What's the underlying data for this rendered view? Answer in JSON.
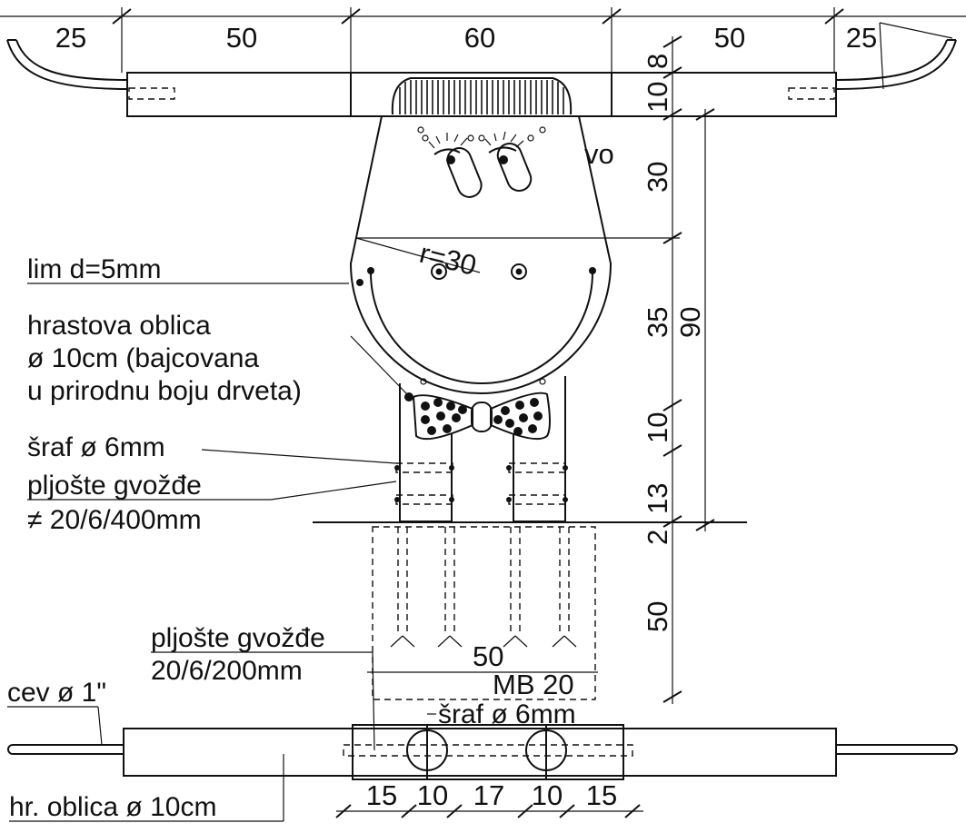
{
  "top_dims": [
    "25",
    "50",
    "60",
    "50",
    "25"
  ],
  "right_dims": [
    "8",
    "10",
    "30",
    "35",
    "90",
    "10",
    "13",
    "2",
    "50"
  ],
  "radius_label": "r=30",
  "partial_word": "vo",
  "labels": {
    "lim": "lim d=5mm",
    "hrastova_1": "hrastova oblica",
    "hrastova_2": "ø 10cm (bajcovana",
    "hrastova_3": "u prirodnu boju drveta)",
    "sraf": "šraf ø 6mm",
    "pljoste_1": "pljošte gvožđe",
    "pljoste_2": "≠ 20/6/400mm",
    "pljoste_b1": "pljošte gvožđe",
    "pljoste_b2": "20/6/200mm",
    "base_width": "50",
    "mb": "MB 20",
    "sraf_b": "šraf ø 6mm",
    "cev": "cev ø 1\"",
    "hr_oblica": "hr. oblica ø 10cm"
  },
  "bottom_dims": [
    "15",
    "10",
    "17",
    "10",
    "15"
  ]
}
